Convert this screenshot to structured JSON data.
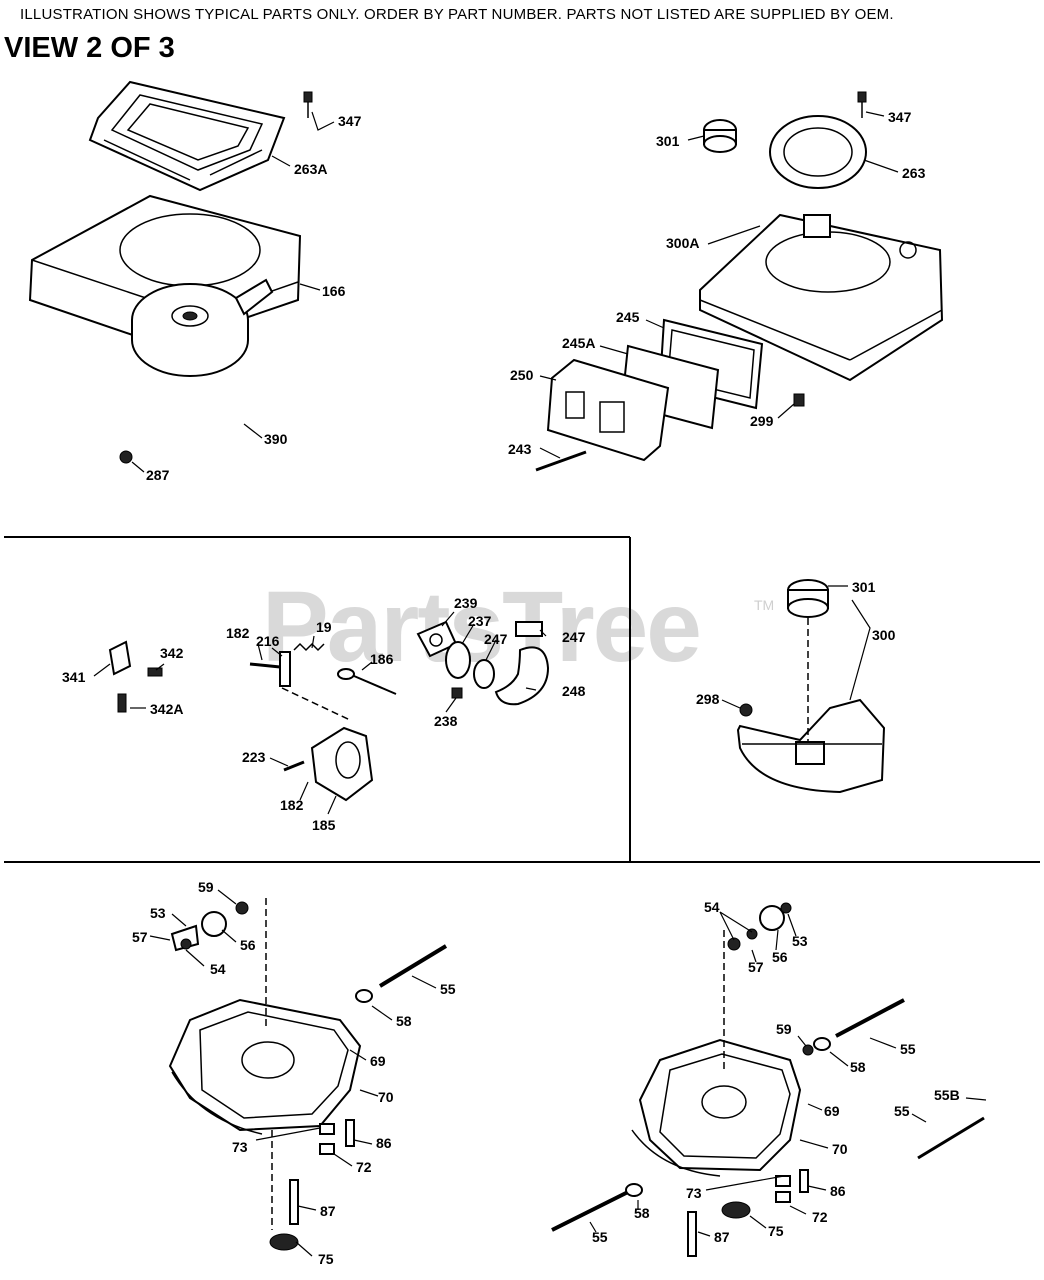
{
  "header": {
    "notice": "ILLUSTRATION SHOWS TYPICAL PARTS ONLY. ORDER BY PART NUMBER. PARTS NOT LISTED ARE SUPPLIED BY OEM.",
    "view": "VIEW 2 OF 3"
  },
  "watermark": {
    "text": "PartsTree",
    "tm": "TM"
  },
  "labels": [
    "347",
    "263A",
    "166",
    "390",
    "287",
    "301",
    "347",
    "263",
    "300A",
    "245",
    "245A",
    "250",
    "299",
    "243",
    "239",
    "237",
    "247",
    "247",
    "248",
    "238",
    "182",
    "216",
    "19",
    "186",
    "342",
    "341",
    "342A",
    "223",
    "182",
    "185",
    "301",
    "300",
    "298",
    "59",
    "53",
    "57",
    "56",
    "54",
    "55",
    "58",
    "69",
    "70",
    "73",
    "86",
    "72",
    "87",
    "75",
    "54",
    "53",
    "57",
    "56",
    "59",
    "58",
    "55",
    "55B",
    "55",
    "69",
    "70",
    "73",
    "86",
    "72",
    "58",
    "55",
    "87",
    "75"
  ]
}
